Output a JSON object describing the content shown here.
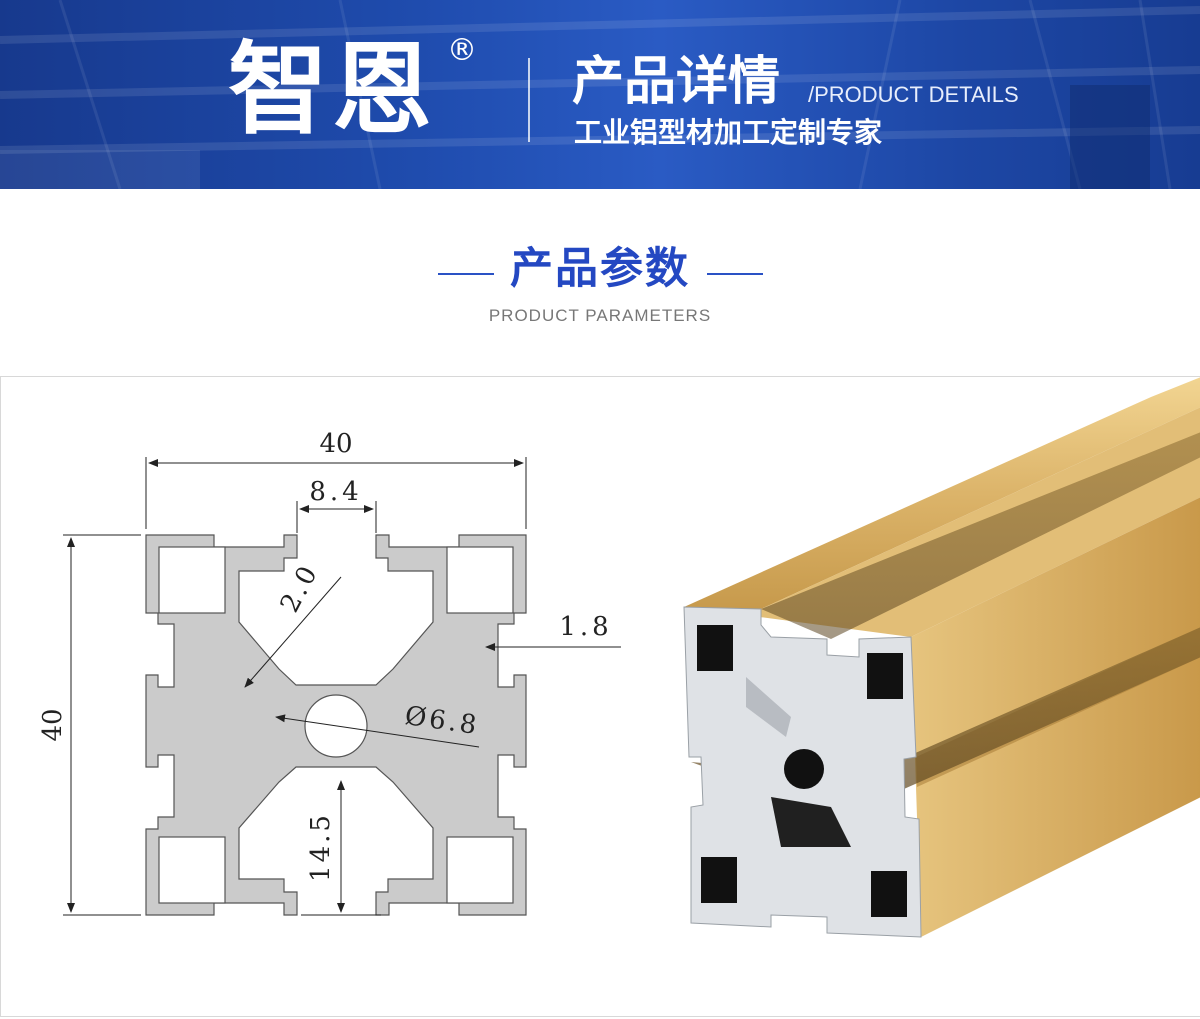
{
  "banner": {
    "brand": "智恩",
    "registered_mark": "®",
    "title": "产品详情",
    "title_en": "/PRODUCT DETAILS",
    "subtitle": "工业铝型材加工定制专家"
  },
  "section": {
    "title": "产品参数",
    "subtitle_en": "PRODUCT PARAMETERS"
  },
  "drawing": {
    "dimensions": {
      "width": "40",
      "height": "40",
      "slot_width": "8.4",
      "wall": "2.0",
      "lip": "1.8",
      "center_hole": "Ø6.8",
      "center_to_slot": "14.5"
    }
  },
  "colors": {
    "banner_blue": "#1f4cae",
    "accent_blue": "#2448c2",
    "profile_gray": "#cbcbcb",
    "profile_gold": "#d2a85a"
  }
}
